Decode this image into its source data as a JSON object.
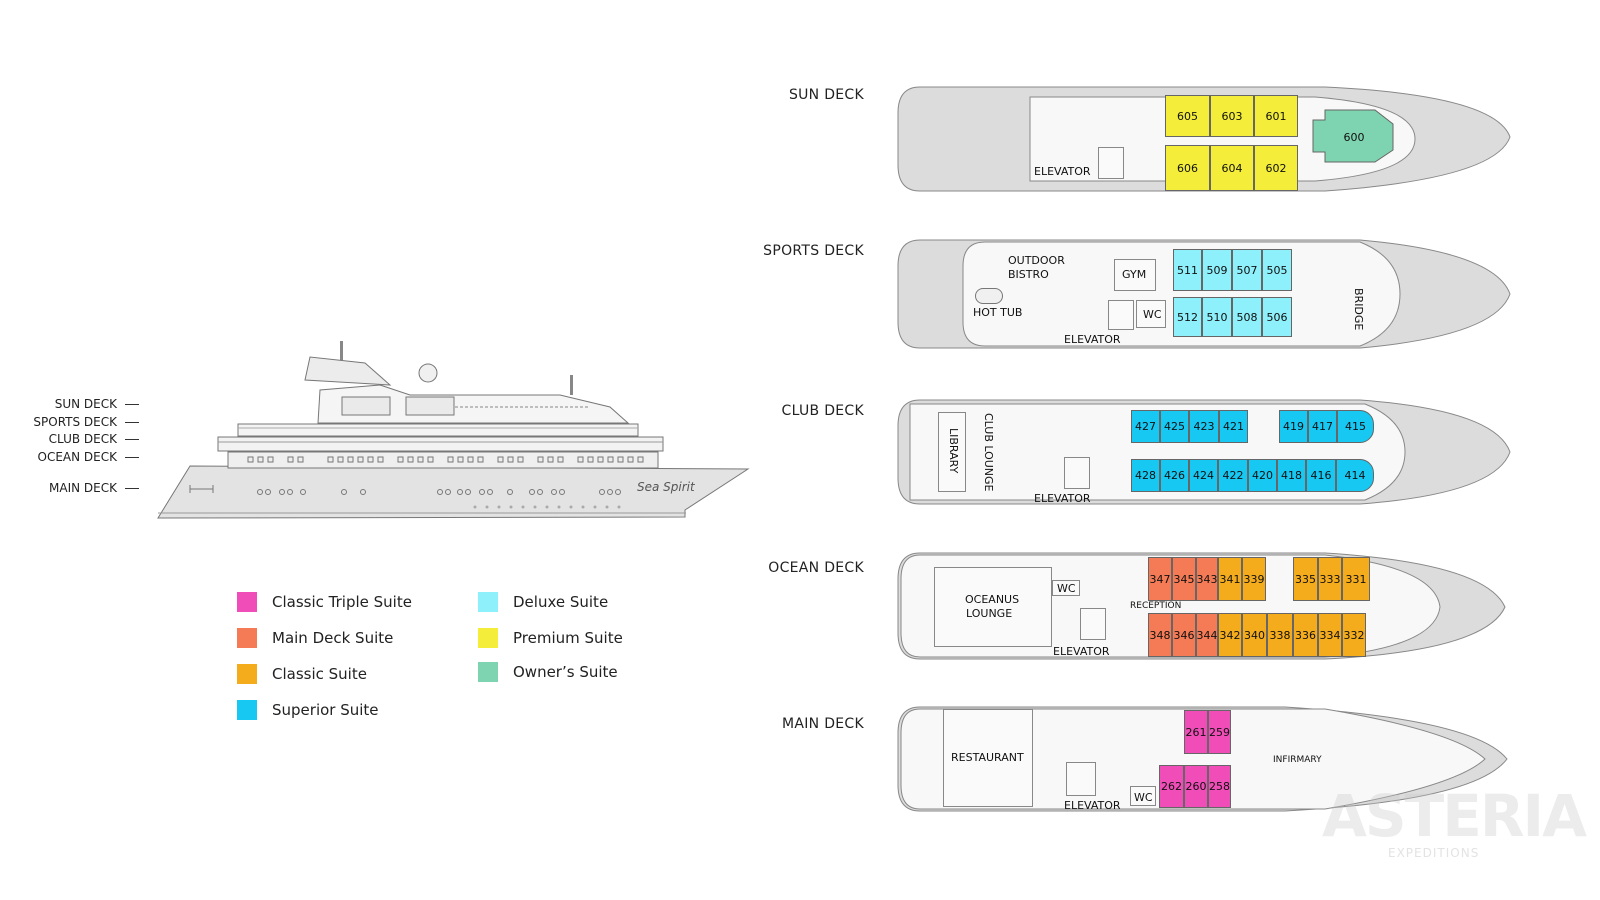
{
  "colors": {
    "classic_triple": "#f04db8",
    "main_deck": "#f47b55",
    "classic": "#f5ac1c",
    "superior": "#16c8f2",
    "deluxe": "#8ef0fb",
    "premium": "#f4ee3a",
    "owners": "#7ed4b0",
    "hull": "#dcdcdc",
    "deck": "#f7f7f7"
  },
  "side_view": {
    "labels": [
      "SUN DECK",
      "SPORTS DECK",
      "CLUB DECK",
      "OCEAN DECK",
      "MAIN DECK"
    ],
    "ship_name": "Sea Spirit"
  },
  "legend": [
    {
      "label": "Classic Triple Suite",
      "color": "#f04db8"
    },
    {
      "label": "Main Deck Suite",
      "color": "#f47b55"
    },
    {
      "label": "Classic Suite",
      "color": "#f5ac1c"
    },
    {
      "label": "Superior Suite",
      "color": "#16c8f2"
    },
    {
      "label": "Deluxe Suite",
      "color": "#8ef0fb"
    },
    {
      "label": "Premium Suite",
      "color": "#f4ee3a"
    },
    {
      "label": "Owner’s Suite",
      "color": "#7ed4b0"
    }
  ],
  "decks": {
    "sun": {
      "title": "SUN DECK",
      "cabins_top": [
        "605",
        "603",
        "601"
      ],
      "cabins_bottom": [
        "606",
        "604",
        "602"
      ],
      "owners": "600",
      "elevator": "ELEVATOR"
    },
    "sports": {
      "title": "SPORTS DECK",
      "cabins_top": [
        "511",
        "509",
        "507",
        "505"
      ],
      "cabins_bottom": [
        "512",
        "510",
        "508",
        "506"
      ],
      "outdoor_bistro_1": "OUTDOOR",
      "outdoor_bistro_2": "BISTRO",
      "gym": "GYM",
      "hot_tub": "HOT TUB",
      "wc": "WC",
      "elevator": "ELEVATOR",
      "bridge": "BRIDGE"
    },
    "club": {
      "title": "CLUB DECK",
      "cabins_top_a": [
        "427",
        "425",
        "423",
        "421"
      ],
      "cabins_top_b": [
        "419",
        "417",
        "415"
      ],
      "cabins_bottom": [
        "428",
        "426",
        "424",
        "422",
        "420",
        "418",
        "416",
        "414"
      ],
      "library": "LIBRARY",
      "club_lounge": "CLUB LOUNGE",
      "elevator": "ELEVATOR"
    },
    "ocean": {
      "title": "OCEAN DECK",
      "cabins_top_orange": [
        "347",
        "345",
        "343"
      ],
      "cabins_top_amber_a": [
        "341",
        "339"
      ],
      "cabins_top_amber_b": [
        "335",
        "333",
        "331"
      ],
      "cabins_bottom_orange": [
        "348",
        "346",
        "344"
      ],
      "cabins_bottom_amber": [
        "342",
        "340",
        "338",
        "336",
        "334",
        "332"
      ],
      "lounge_1": "OCEANUS",
      "lounge_2": "LOUNGE",
      "wc": "WC",
      "reception": "RECEPTION",
      "elevator": "ELEVATOR"
    },
    "main": {
      "title": "MAIN DECK",
      "cabins_top": [
        "261",
        "259"
      ],
      "cabins_bottom": [
        "262",
        "260",
        "258"
      ],
      "restaurant": "RESTAURANT",
      "infirmary": "INFIRMARY",
      "wc": "WC",
      "elevator": "ELEVATOR"
    }
  },
  "watermark": {
    "brand": "ASTERIA",
    "sub": "EXPEDITIONS"
  }
}
